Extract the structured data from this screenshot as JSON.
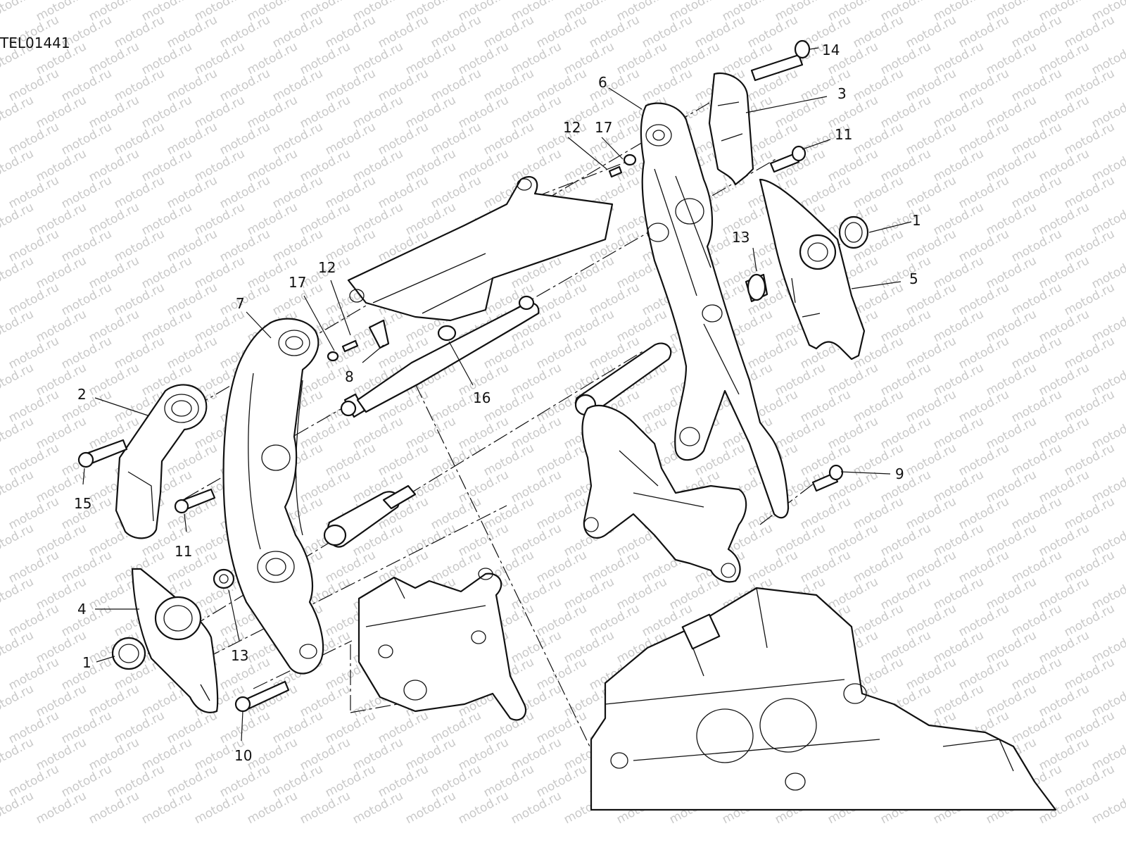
{
  "drawing_code": "TEL01441",
  "watermark_text": "motod.ru",
  "callouts": {
    "c1a": "1",
    "c1b": "1",
    "c2": "2",
    "c3": "3",
    "c4": "4",
    "c5": "5",
    "c6": "6",
    "c7": "7",
    "c8": "8",
    "c9": "9",
    "c10": "10",
    "c11a": "11",
    "c11b": "11",
    "c12a": "12",
    "c12b": "12",
    "c13a": "13",
    "c13b": "13",
    "c14": "14",
    "c15": "15",
    "c16": "16",
    "c17a": "17",
    "c17b": "17"
  }
}
